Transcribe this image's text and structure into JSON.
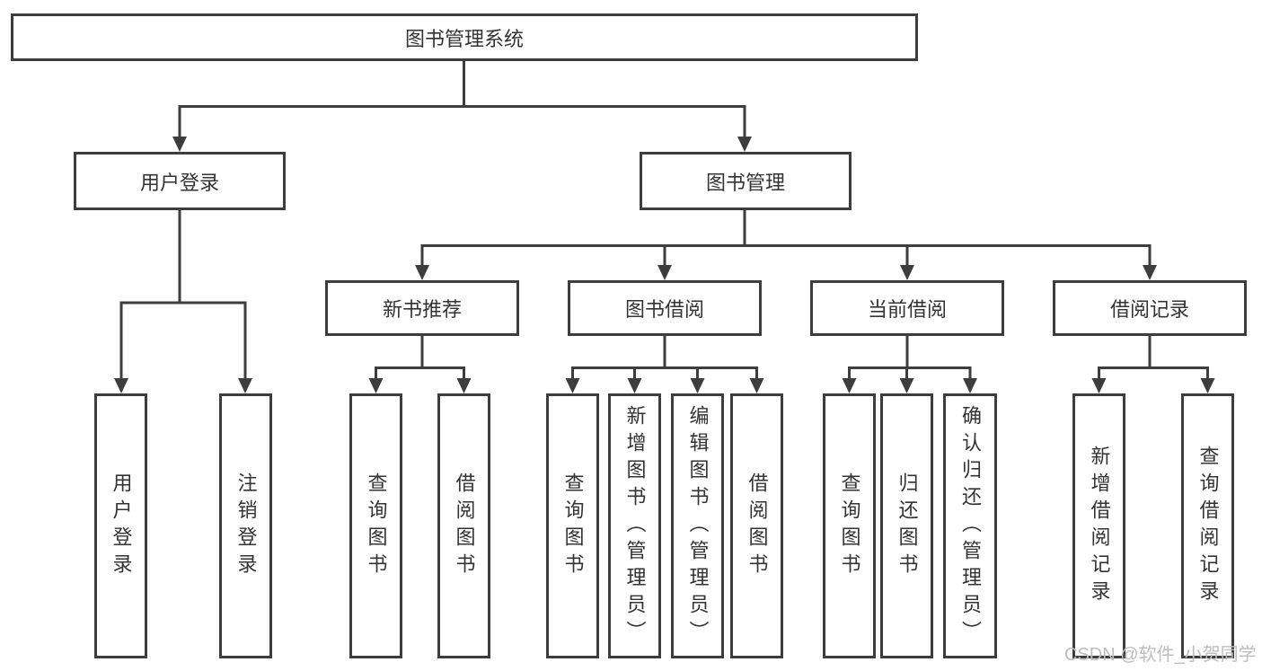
{
  "diagram": {
    "root": {
      "label": "图书管理系统"
    },
    "level1": [
      {
        "label": "用户登录"
      },
      {
        "label": "图书管理"
      }
    ],
    "level2": [
      {
        "label": "新书推荐"
      },
      {
        "label": "图书借阅"
      },
      {
        "label": "当前借阅"
      },
      {
        "label": "借阅记录"
      }
    ],
    "leaves": [
      {
        "label": "用户登录"
      },
      {
        "label": "注销登录"
      },
      {
        "label": "查询图书"
      },
      {
        "label": "借阅图书"
      },
      {
        "label": "查询图书"
      },
      {
        "label": "新增图书（管理员）"
      },
      {
        "label": "编辑图书（管理员）"
      },
      {
        "label": "借阅图书"
      },
      {
        "label": "查询图书"
      },
      {
        "label": "归还图书"
      },
      {
        "label": "确认归还（管理员）"
      },
      {
        "label": "新增借阅记录"
      },
      {
        "label": "查询借阅记录"
      }
    ],
    "colors": {
      "line": "#3d3d3d",
      "text": "#333333",
      "background": "#ffffff",
      "watermark": "#bdbdbd"
    }
  },
  "watermark": {
    "text": "CSDN @软件_小贺同学"
  }
}
